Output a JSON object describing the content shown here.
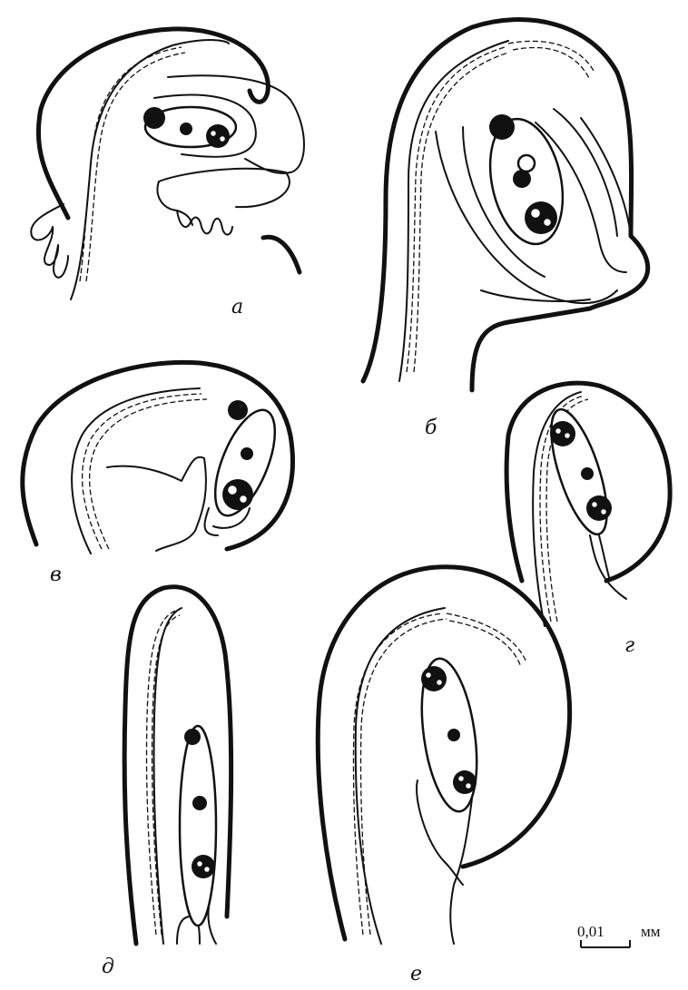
{
  "panels": [
    {
      "id": "a",
      "label": "а"
    },
    {
      "id": "b",
      "label": "б"
    },
    {
      "id": "v",
      "label": "в"
    },
    {
      "id": "g",
      "label": "г"
    },
    {
      "id": "d",
      "label": "д"
    },
    {
      "id": "e",
      "label": "е"
    }
  ],
  "scale_bar": {
    "value": "0,01",
    "unit": "мм"
  }
}
